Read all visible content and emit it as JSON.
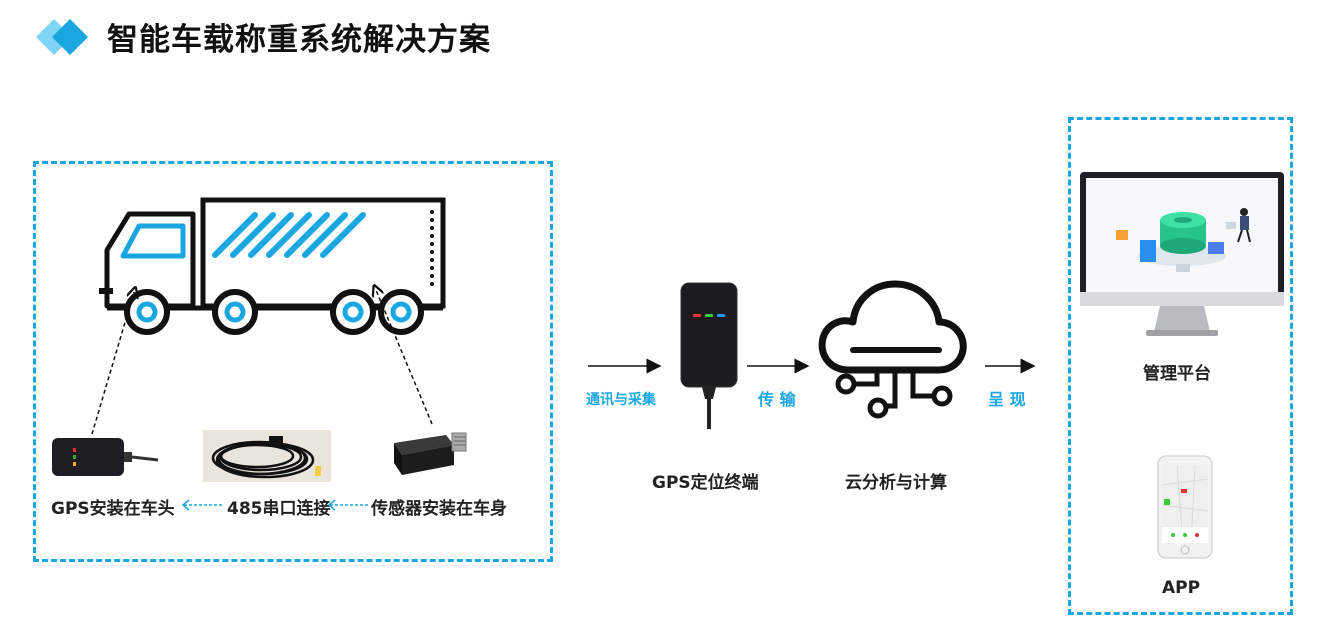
{
  "title": "智能车载称重系统解决方案",
  "labels": {
    "gps_mount": "GPS安装在车头",
    "serial": "485串口连接",
    "sensor_mount": "传感器安装在车身",
    "comm": "通讯与采集",
    "transfer": "传 输",
    "present": "呈 现",
    "terminal": "GPS定位终端",
    "cloud": "云分析与计算",
    "platform": "管理平台",
    "app": "APP"
  },
  "colors": {
    "accent": "#1aa6e0",
    "dark": "#222222"
  }
}
